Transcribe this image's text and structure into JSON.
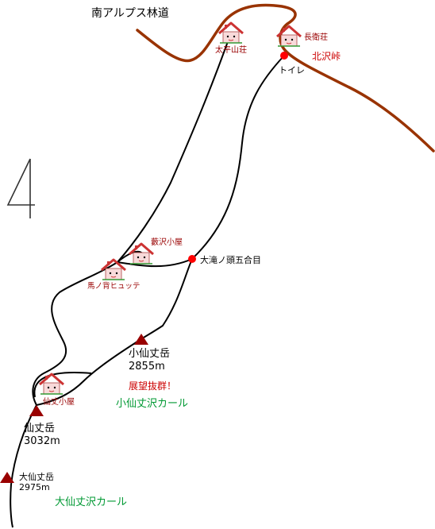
{
  "colors": {
    "trail": "#000000",
    "road": "#993300",
    "peak": "#990000",
    "point": "#ff0000",
    "hut_roof": "#cc3333",
    "hut_face": "#f8dada",
    "text_red": "#cc0000",
    "text_dkred": "#990000",
    "text_green": "#009933"
  },
  "compass_label": "4",
  "road": {
    "label": "南アルプス林道"
  },
  "huts": [
    {
      "name": "太平山荘",
      "icon": "hut-icon"
    },
    {
      "name": "長衛荘",
      "icon": "hut-icon"
    },
    {
      "name": "藪沢小屋",
      "icon": "hut-icon"
    },
    {
      "name": "馬ノ背ヒュッテ",
      "icon": "hut-icon"
    },
    {
      "name": "仙丈小屋",
      "icon": "hut-icon"
    }
  ],
  "points": {
    "toilet": "トイレ",
    "kitazawa_pass": "北沢峠",
    "otaki": "大滝ノ頭五合目"
  },
  "peaks": {
    "kosenjo": {
      "name": "小仙丈岳",
      "elevation": "2855m",
      "note": "展望抜群！",
      "cirque": "小仙丈沢カール"
    },
    "senjo": {
      "name": "仙丈岳",
      "elevation": "3032m"
    },
    "osenjo": {
      "name": "大仙丈岳",
      "elevation": "2975m",
      "cirque": "大仙丈沢カール"
    }
  }
}
